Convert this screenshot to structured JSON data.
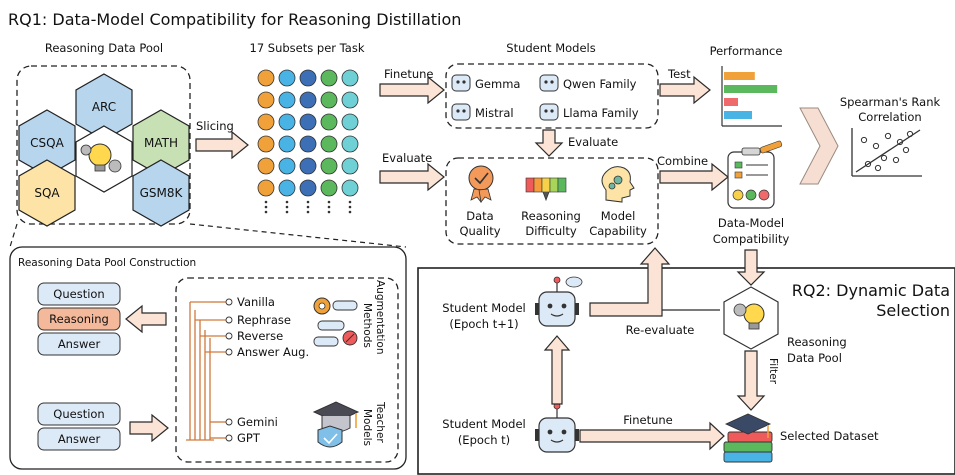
{
  "rq1_title": "RQ1: Data-Model Compatibility for Reasoning Distillation",
  "rq2_title_line1": "RQ2: Dynamic Data",
  "rq2_title_line2": "Selection",
  "pool": {
    "header": "Reasoning Data Pool",
    "hexes": [
      "ARC",
      "CSQA",
      "MATH",
      "SQA",
      "GSM8K"
    ]
  },
  "subsets_header": "17 Subsets per Task",
  "slicing": "Slicing",
  "finetune": "Finetune",
  "evaluate_left": "Evaluate",
  "students": {
    "header": "Student Models",
    "models": [
      "Gemma",
      "Qwen Family",
      "Mistral",
      "Llama Family"
    ]
  },
  "test": "Test",
  "performance": "Performance",
  "spearman": [
    "Spearman's Rank",
    "Correlation"
  ],
  "evaluate_mid": "Evaluate",
  "combine": "Combine",
  "metrics": {
    "quality": [
      "Data",
      "Quality"
    ],
    "difficulty": [
      "Reasoning",
      "Difficulty"
    ],
    "capability": [
      "Model",
      "Capability"
    ]
  },
  "compat": [
    "Data-Model",
    "Compatibility"
  ],
  "construction": {
    "header": "Reasoning Data Pool Construction",
    "boxes_top": [
      "Question",
      "Reasoning",
      "Answer"
    ],
    "boxes_bottom": [
      "Question",
      "Answer"
    ],
    "augmentations": [
      "Vanilla",
      "Rephrase",
      "Reverse",
      "Answer Aug."
    ],
    "augmentation_label": [
      "Augmentation",
      "Methods"
    ],
    "teachers": [
      "Gemini",
      "GPT"
    ],
    "teacher_label": [
      "Teacher",
      "Models"
    ]
  },
  "rq2": {
    "student_next": [
      "Student Model",
      "(Epoch t+1)"
    ],
    "student_now": [
      "Student Model",
      "(Epoch t)"
    ],
    "reevaluate": "Re-evaluate",
    "finetune": "Finetune",
    "pool": [
      "Reasoning",
      "Data Pool"
    ],
    "filter": "Filter",
    "selected": "Selected Dataset"
  },
  "colors": {
    "arrow_fill": "#fbe3d6",
    "arrow_stroke": "#2a2a2a",
    "hex_blue": "#b7d6ee",
    "hex_green": "#c7e0b4",
    "hex_yellow": "#fde4a6",
    "box_blue": "#dce9f7",
    "box_orange": "#f4b99a",
    "tree_orange": "#d07a3c"
  },
  "performance_bars": [
    {
      "value": 0.55,
      "color": "#f0a13a"
    },
    {
      "value": 0.95,
      "color": "#5cb85c"
    },
    {
      "value": 0.25,
      "color": "#ef6b6b"
    },
    {
      "value": 0.5,
      "color": "#4ab3e6"
    }
  ]
}
